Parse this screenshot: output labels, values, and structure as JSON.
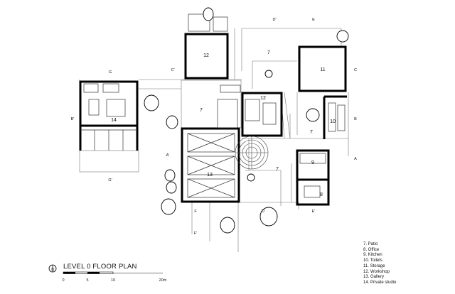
{
  "drawing": {
    "title": "LEVEL 0 FLOOR PLAN",
    "rooms": {
      "r12a": "12",
      "r11": "11",
      "r14": "14",
      "r13": "13",
      "r12b": "12",
      "r7a": "7",
      "r7b": "7",
      "r7c": "7",
      "r7d": "7",
      "r10": "10",
      "r9": "9",
      "r8": "8"
    },
    "section_marks": {
      "g_top": "G",
      "g_bottom": "G'",
      "b_left": "B'",
      "b_right": "B",
      "c_left": "C'",
      "c_right": "C",
      "d_top": "D'",
      "d_bottom": "D",
      "e_top": "E",
      "e_bottom": "E'",
      "f_top": "F",
      "f_bottom": "F'",
      "a_left": "A'",
      "a_right": "A"
    },
    "scale": {
      "labels": [
        "0",
        "5",
        "10",
        "20m"
      ]
    },
    "north": "N"
  },
  "legend": {
    "items": [
      "7. Patio",
      "8. Office",
      "9. Kitchen",
      "10. Toilets",
      "11. Storage",
      "12. Workshop",
      "13. Gallery",
      "14. Private studio"
    ]
  }
}
